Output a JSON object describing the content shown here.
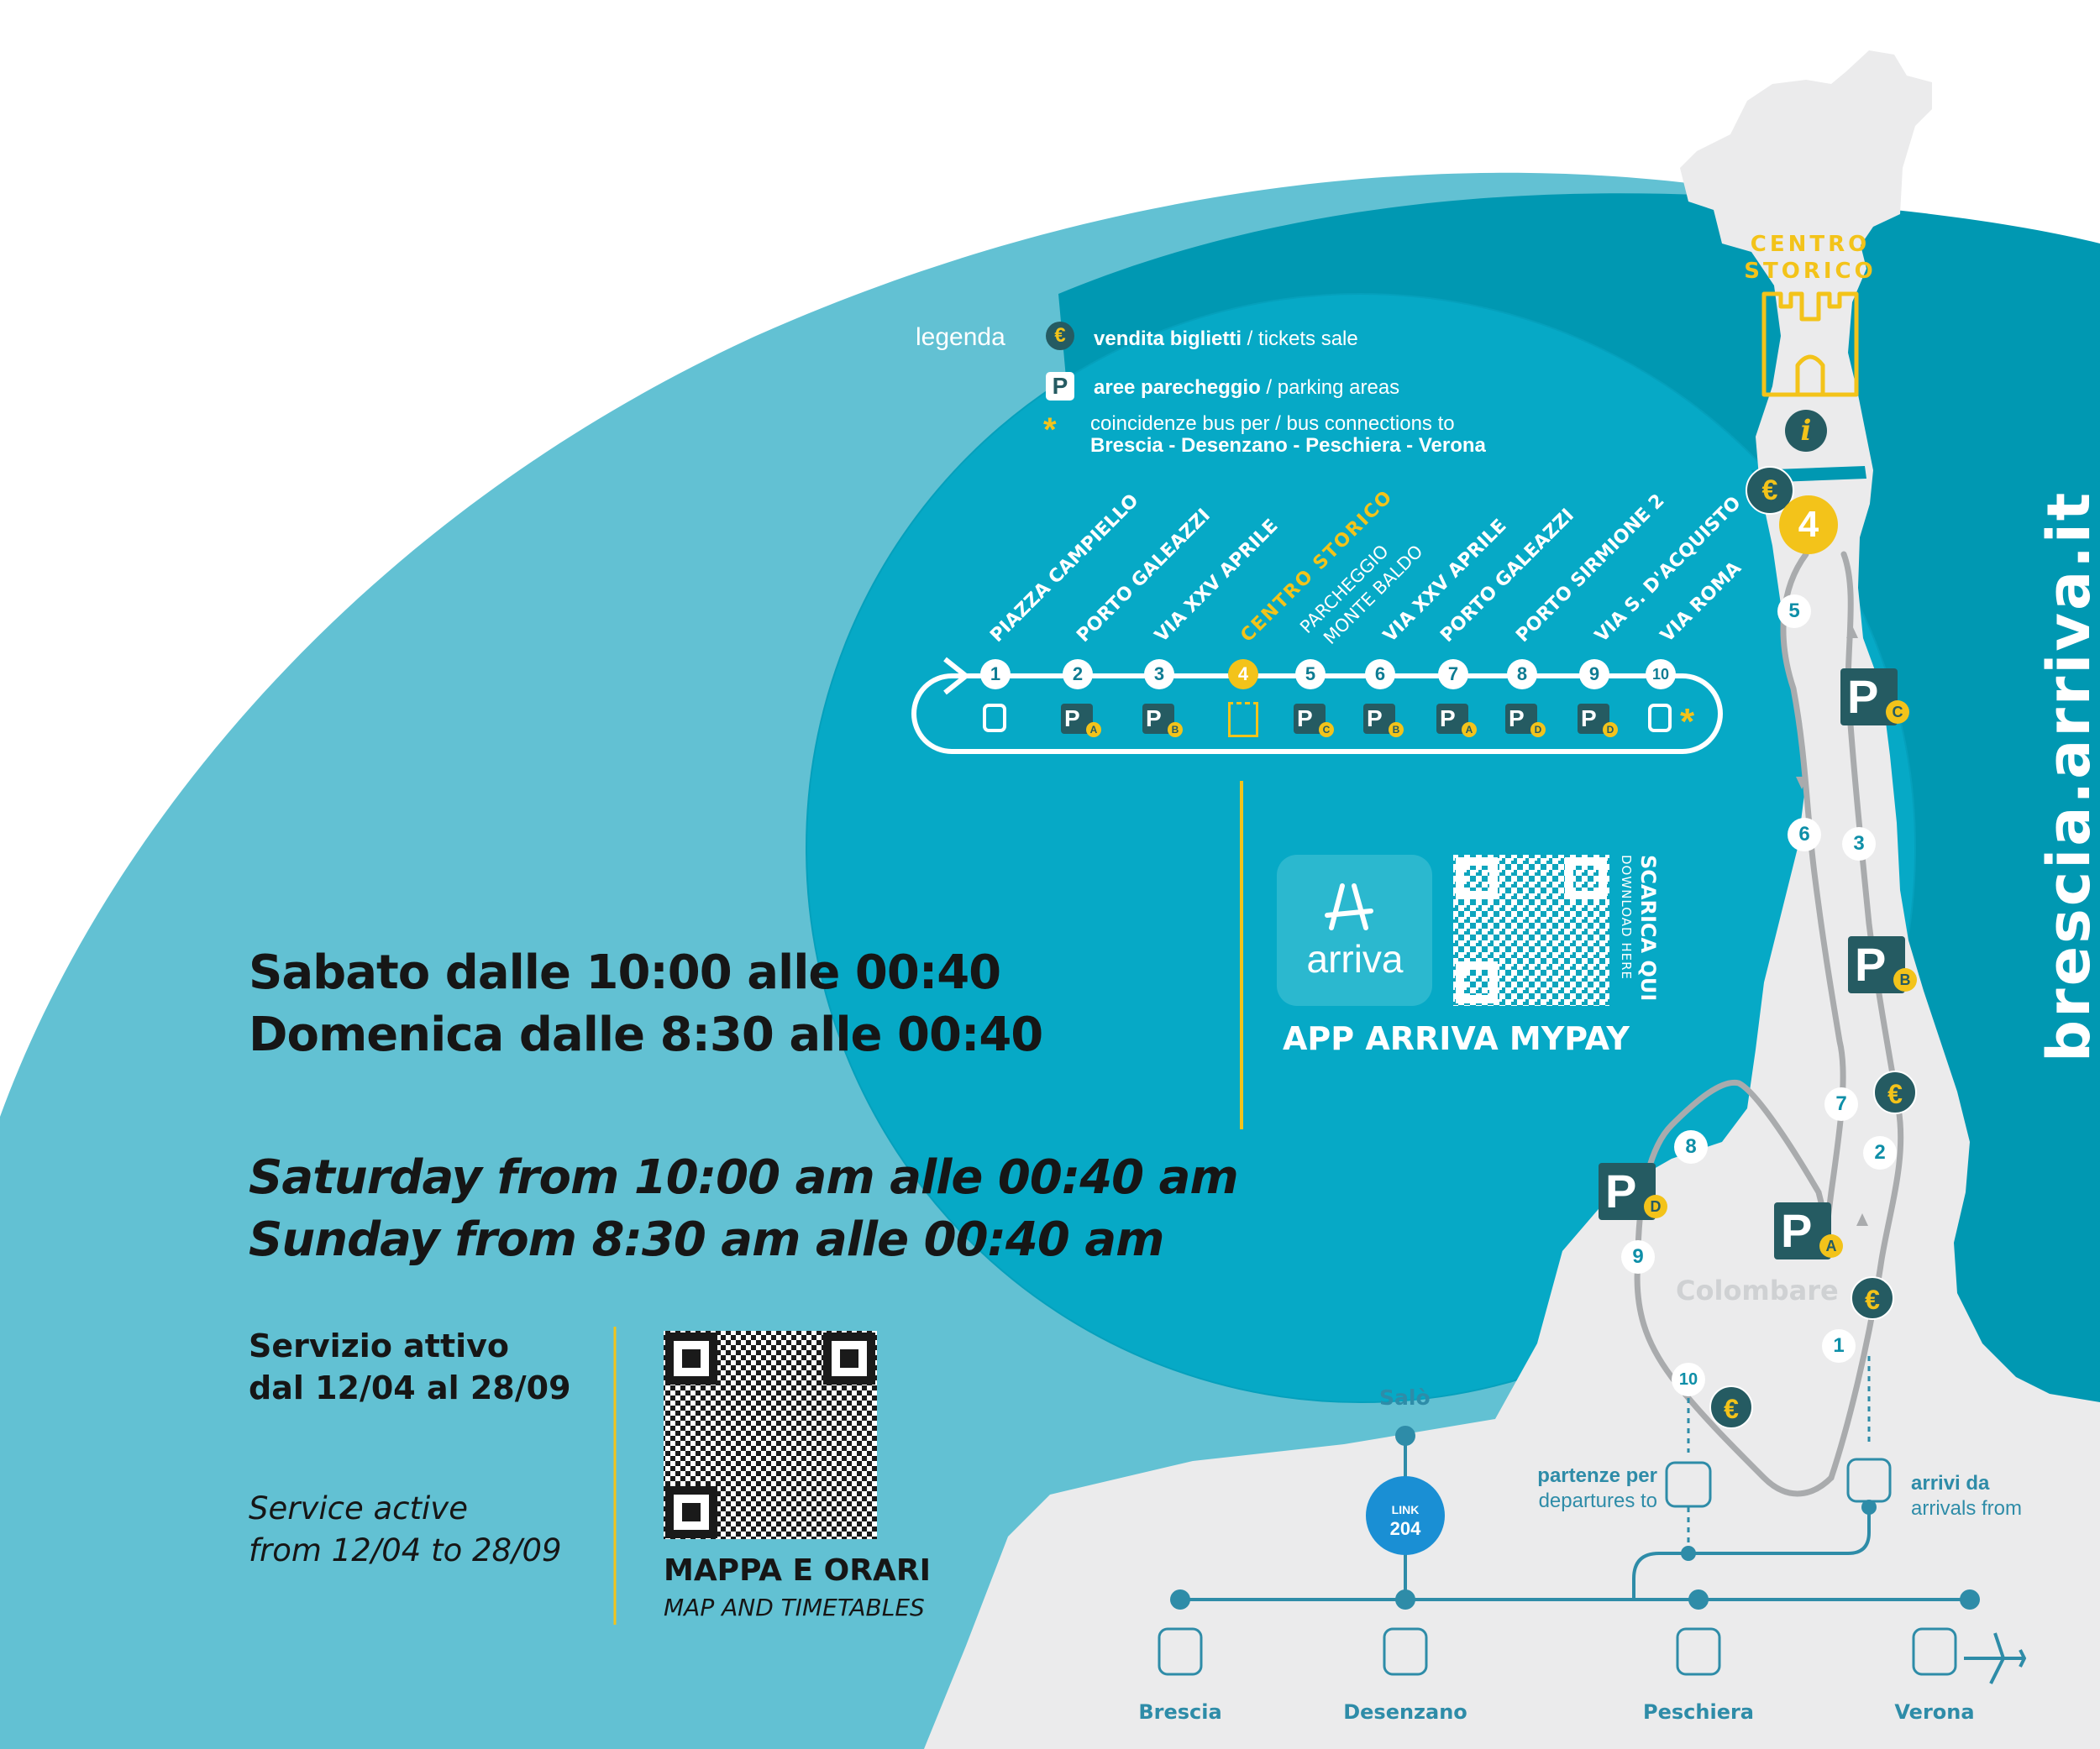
{
  "legend": {
    "title": "legenda",
    "tickets_bold": "vendita biglietti",
    "tickets_rest": " / tickets sale",
    "parking_bold": "aree parecheggio",
    "parking_rest": " / parking areas",
    "bus_line1": "coincidenze bus per / bus connections to",
    "bus_line2": "Brescia - Desenzano - Peschiera - Verona"
  },
  "stops": [
    {
      "num": "1",
      "name": "PIAZZA CAMPIELLO",
      "icon": "bus-icon"
    },
    {
      "num": "2",
      "name": "PORTO GALEAZZI",
      "icon": "parking-icon",
      "parking": "A"
    },
    {
      "num": "3",
      "name": "VIA XXV APRILE",
      "icon": "parking-icon",
      "parking": "B"
    },
    {
      "num": "4",
      "name": "CENTRO STORICO",
      "icon": "castle-icon"
    },
    {
      "num": "5",
      "name": "PARCHEGGIO",
      "name2": "MONTE BALDO",
      "icon": "parking-icon",
      "parking": "C"
    },
    {
      "num": "6",
      "name": "VIA XXV APRILE",
      "icon": "parking-icon",
      "parking": "B"
    },
    {
      "num": "7",
      "name": "PORTO GALEAZZI",
      "icon": "parking-icon",
      "parking": "A"
    },
    {
      "num": "8",
      "name": "PORTO SIRMIONE 2",
      "icon": "parking-icon",
      "parking": "D"
    },
    {
      "num": "9",
      "name": "VIA S. D'ACQUISTO",
      "icon": "parking-icon",
      "parking": "D"
    },
    {
      "num": "10",
      "name": "VIA ROMA",
      "icon": "bus-icon"
    }
  ],
  "schedule": {
    "it_line1": "Sabato dalle 10:00 alle 00:40",
    "it_line2": "Domenica dalle 8:30 alle 00:40",
    "en_line1": "Saturday from 10:00 am alle 00:40 am",
    "en_line2": "Sunday from 8:30 am alle 00:40 am"
  },
  "service": {
    "it_line1": "Servizio attivo",
    "it_line2": "dal 12/04 al 28/09",
    "en_line1": "Service active",
    "en_line2": "from 12/04 to 28/09"
  },
  "map_qr": {
    "label": "MAPPA E ORARI",
    "label_en": "MAP AND TIMETABLES"
  },
  "app": {
    "logo_text": "arriva",
    "label": "APP ARRIVA MYPAY",
    "scarica": "SCARICA QUI",
    "download": "DOWNLOAD HERE"
  },
  "centro_storico": {
    "line1": "CENTRO",
    "line2": "STORICO",
    "info": "i"
  },
  "map": {
    "highlight_stop": "4",
    "route_stops": [
      "5",
      "6",
      "3",
      "7",
      "2",
      "8",
      "9",
      "1",
      "10"
    ],
    "parking": [
      "C",
      "B",
      "D",
      "A"
    ],
    "colombare": "Colombare"
  },
  "connections": {
    "departures_it": "partenze per",
    "departures_en": "departures to",
    "arrivals_it": "arrivi da",
    "arrivals_en": "arrivals from",
    "salo": "Salò",
    "link_label": "LINK",
    "link_number": "204",
    "cities": [
      "Brescia",
      "Desenzano",
      "Peschiera",
      "Verona"
    ]
  },
  "url": "brescia.arriva.it",
  "colors": {
    "light_teal": "#62c1d3",
    "mid_teal": "#06a9c6",
    "dark_teal": "#0098b2",
    "yellow": "#f3c31a",
    "dark_slate": "#255b62",
    "land_grey": "#ebebec",
    "route_grey": "#a9abad"
  }
}
